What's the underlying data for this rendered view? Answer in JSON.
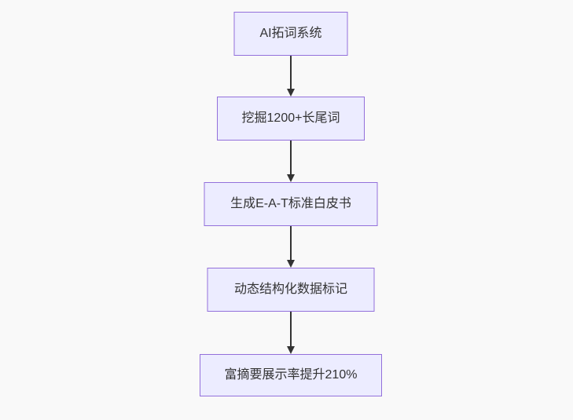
{
  "diagram": {
    "type": "flowchart",
    "direction": "top-down",
    "nodes": [
      {
        "id": "n1",
        "label": "AI拓词系统"
      },
      {
        "id": "n2",
        "label": "挖掘1200+长尾词"
      },
      {
        "id": "n3",
        "label": "生成E-A-T标准白皮书"
      },
      {
        "id": "n4",
        "label": "动态结构化数据标记"
      },
      {
        "id": "n5",
        "label": "富摘要展示率提升210%"
      }
    ],
    "edges": [
      {
        "from": "n1",
        "to": "n2"
      },
      {
        "from": "n2",
        "to": "n3"
      },
      {
        "from": "n3",
        "to": "n4"
      },
      {
        "from": "n4",
        "to": "n5"
      }
    ],
    "colors": {
      "background": "#f9f9f9",
      "node_fill": "#ececff",
      "node_border": "#9370db",
      "text": "#333333",
      "arrow": "#333333"
    }
  }
}
